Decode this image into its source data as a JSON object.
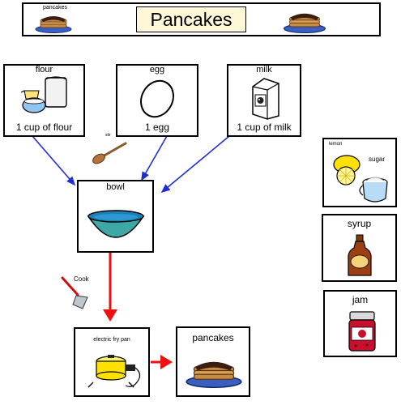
{
  "header": {
    "title": "Pancakes",
    "left_caption": "pancakes"
  },
  "ingredients": [
    {
      "name": "flour",
      "caption": "1 cup of flour",
      "icon": "flour-bag-icon"
    },
    {
      "name": "egg",
      "caption": "1 egg",
      "icon": "egg-icon"
    },
    {
      "name": "milk",
      "caption": "1 cup of milk",
      "icon": "milk-carton-icon"
    }
  ],
  "stir": {
    "label": "stir",
    "icon": "wooden-spoon-icon"
  },
  "bowl": {
    "label": "bowl",
    "icon": "mixing-bowl-icon"
  },
  "cook": {
    "label": "Cook",
    "icon": "spatula-icon"
  },
  "fry_pan": {
    "label": "electric fry pan",
    "icon": "electric-fry-pan-icon"
  },
  "result": {
    "label": "pancakes",
    "icon": "pancake-stack-icon"
  },
  "toppings": [
    {
      "label": "lemon",
      "label2": "sugar",
      "icon": "lemon-sugar-icon"
    },
    {
      "label": "syrup",
      "icon": "syrup-bottle-icon"
    },
    {
      "label": "jam",
      "icon": "jam-jar-icon"
    }
  ],
  "colors": {
    "blue_arrow": "#1f2fd6",
    "red_arrow": "#ee1111",
    "header_title_bg": "#fff8d8"
  }
}
